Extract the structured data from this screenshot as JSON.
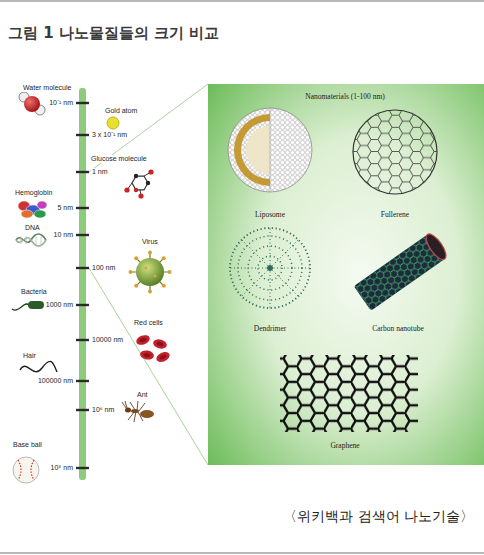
{
  "diagram": {
    "title": "그림 1 나노물질들의 크기 비교",
    "caption": "〈위키백과 검색어 나노기술〉",
    "nodes": [
      {
        "text": [
          "Nanomaterials (1-100 nm)",
          "Liposome",
          "Fullerene",
          "Dendrimer",
          "Carbon nanotube",
          "Graphene"
        ]
      }
    ],
    "labels": [
      "Water molecule",
      "10⁻¹ nm",
      "Gold atom",
      "3 x 10⁻¹ nm",
      "Glucose molecule",
      "1 nm",
      "Hemoglobin",
      "5 nm",
      "DNA",
      "10 nm",
      "Virus",
      "100 nm",
      "Bacteria",
      "1000 nm",
      "Red cells",
      "10000 nm",
      "Hair",
      "100000 nm",
      "Ant",
      "10⁶ nm",
      "Base ball",
      "10⁸ nm"
    ]
  }
}
